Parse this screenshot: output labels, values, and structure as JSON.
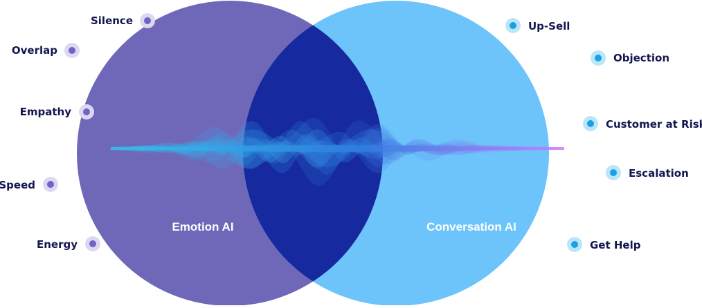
{
  "circles": {
    "left": {
      "label": "Emotion AI",
      "color": "#6f68b9"
    },
    "right": {
      "label": "Conversation AI",
      "color": "#6cc4fb"
    },
    "overlap_color": "#16299e"
  },
  "left_items": [
    "Silence",
    "Overlap",
    "Empathy",
    "Speed",
    "Energy"
  ],
  "right_items": [
    "Up-Sell",
    "Objection",
    "Customer at Risk",
    "Escalation",
    "Get Help"
  ],
  "colors": {
    "label_text": "#14174f",
    "left_dot": "#6e63c9",
    "right_dot": "#1d9fe3",
    "wave_start": "#33c6ee",
    "wave_end": "#c77bff"
  }
}
